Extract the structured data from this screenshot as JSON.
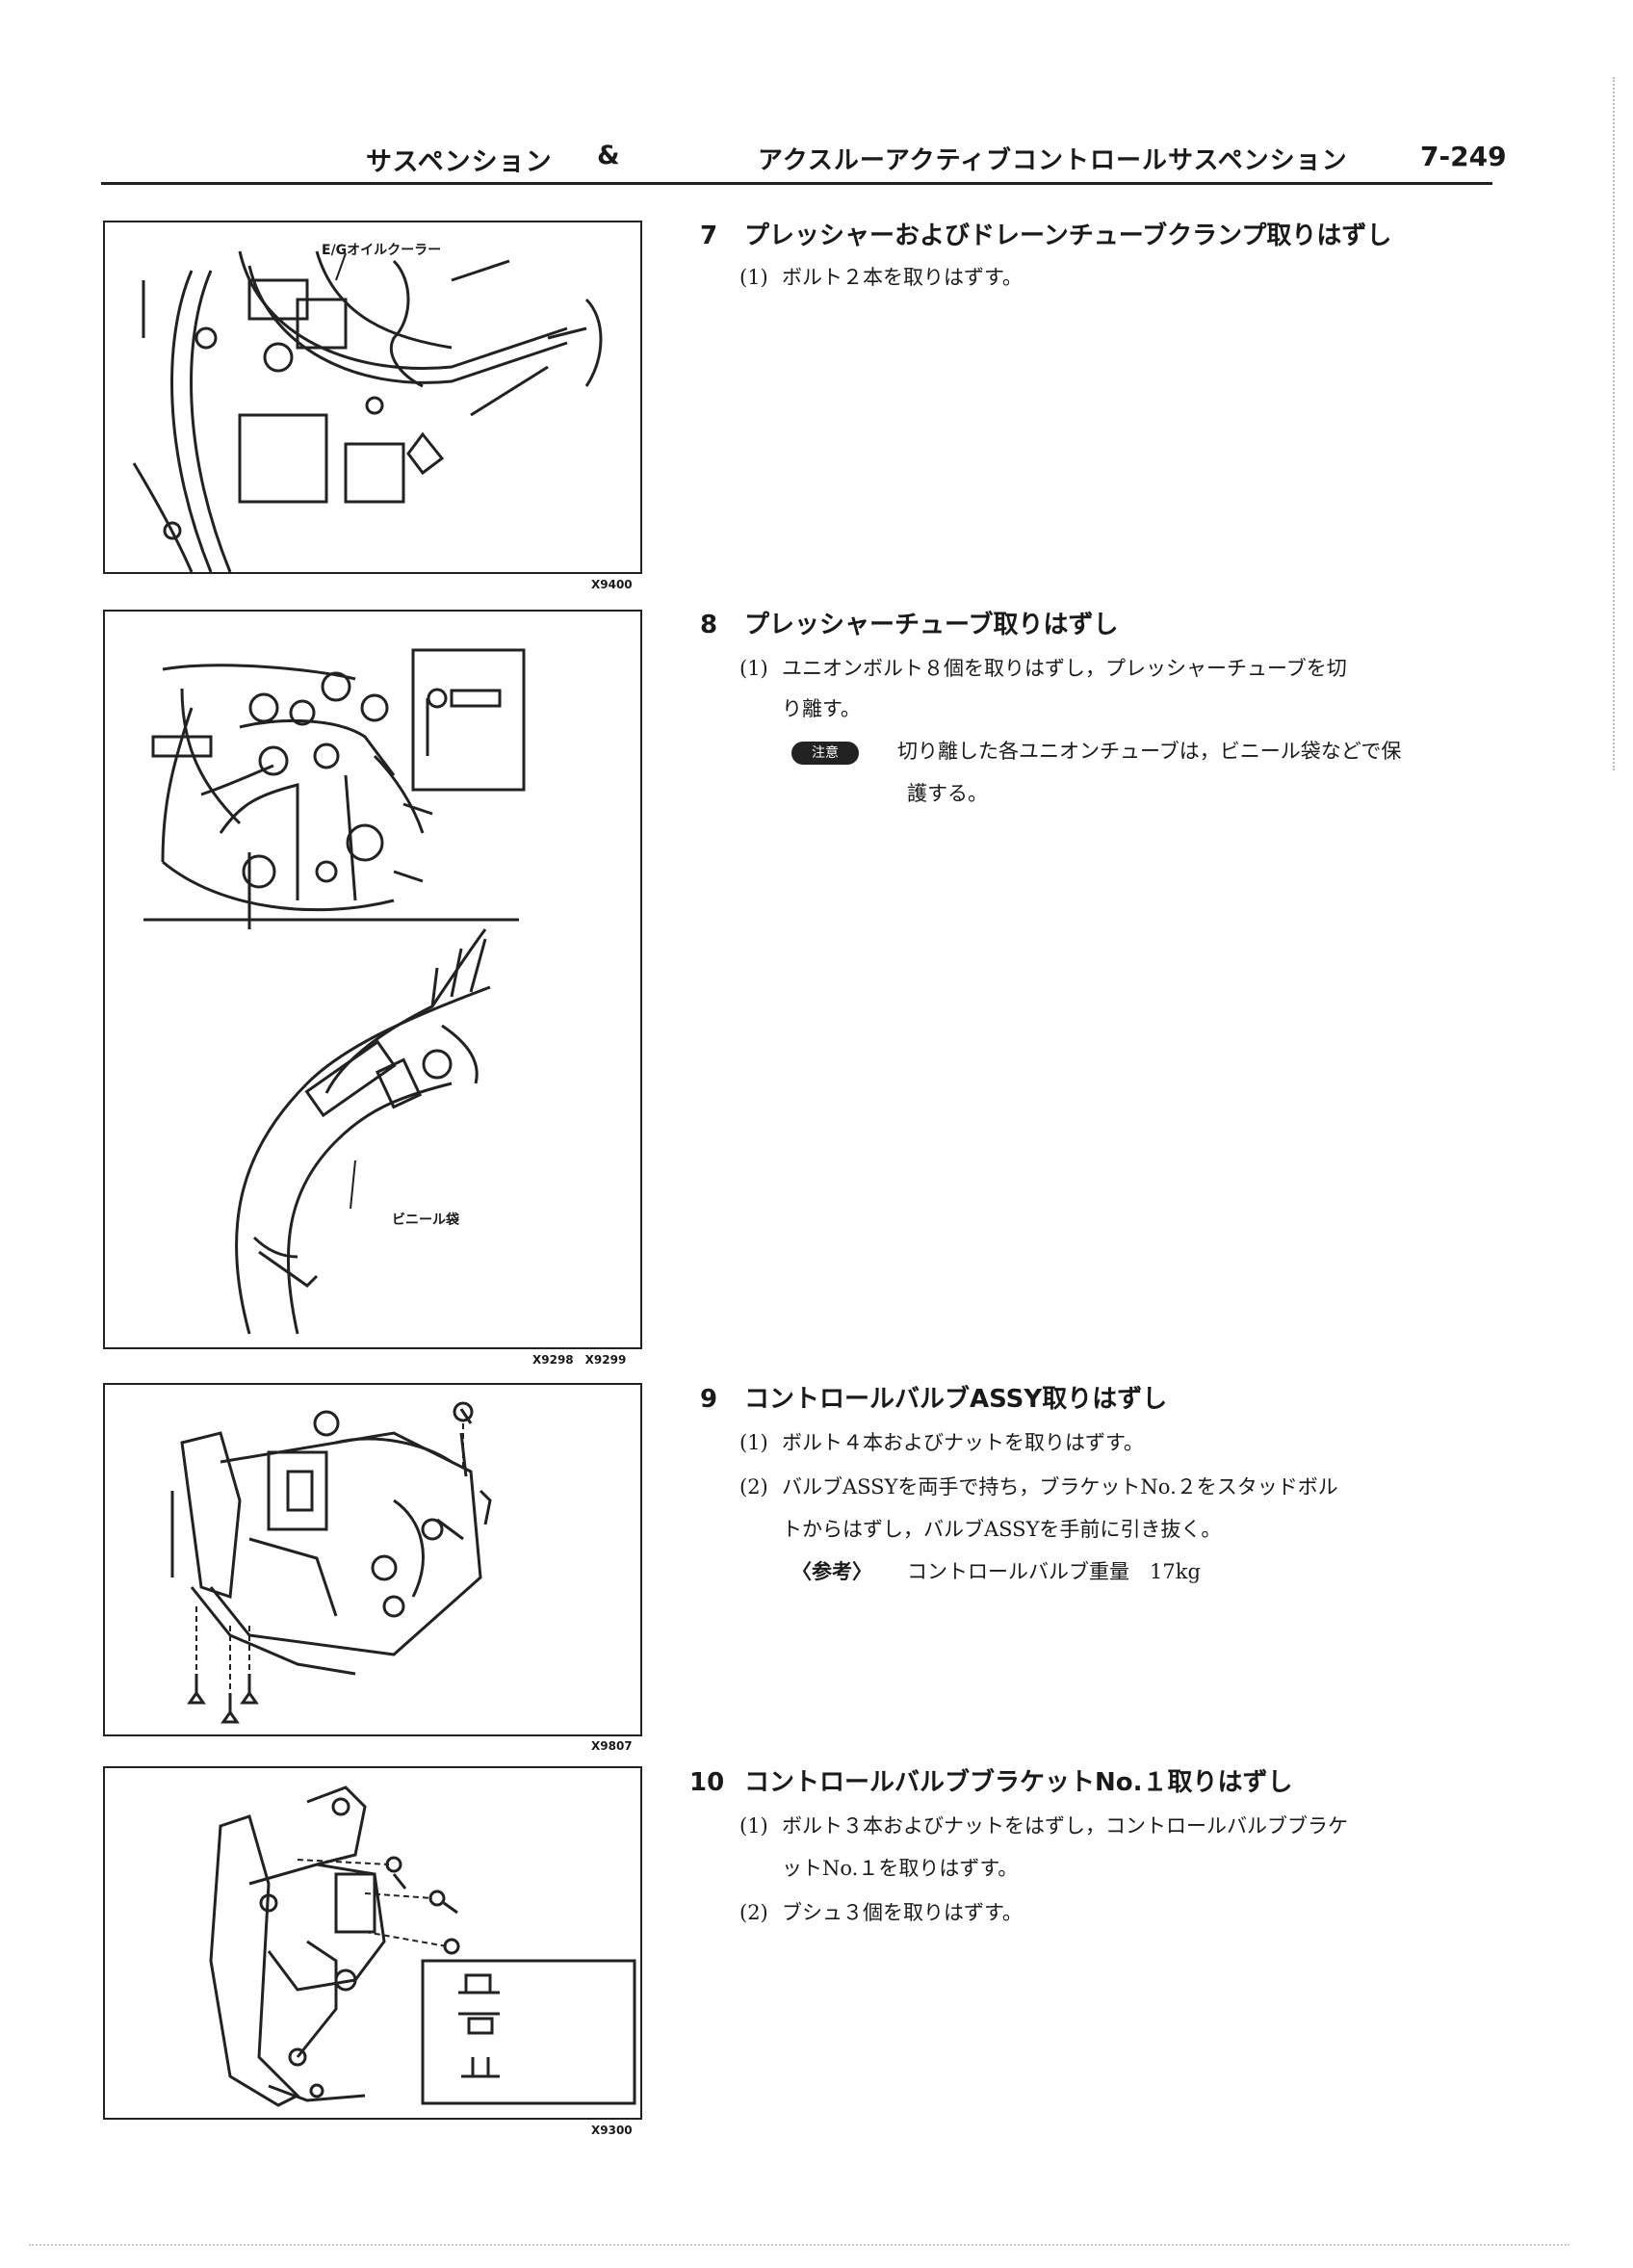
{
  "header": {
    "title_left": "サスペンション",
    "ampersand": "&",
    "title_right": "アクスルーアクティブコントロールサスペンション",
    "page_number": "7-249"
  },
  "figures": [
    {
      "code": "X9400",
      "callout": "E/Gオイルクーラー"
    },
    {
      "code": "X9298　X9299",
      "callout": "ビニール袋"
    },
    {
      "code": "X9807"
    },
    {
      "code": "X9300"
    }
  ],
  "steps": [
    {
      "num": "7",
      "title": "プレッシャーおよびドレーンチューブクランプ取りはずし",
      "items": [
        {
          "num": "(1)",
          "text": "ボルト２本を取りはずす。"
        }
      ]
    },
    {
      "num": "8",
      "title": "プレッシャーチューブ取りはずし",
      "items": [
        {
          "num": "(1)",
          "line1": "ユニオンボルト８個を取りはずし，プレッシャーチューブを切",
          "line2": "り離す。"
        }
      ],
      "note": {
        "badge": "注意",
        "line1": "切り離した各ユニオンチューブは，ビニール袋などで保",
        "line2": "護する。"
      }
    },
    {
      "num": "9",
      "title": "コントロールバルブASSY取りはずし",
      "items": [
        {
          "num": "(1)",
          "text": "ボルト４本およびナットを取りはずす。"
        },
        {
          "num": "(2)",
          "line1": "バルブASSYを両手で持ち，ブラケットNo.２をスタッドボル",
          "line2": "トからはずし，バルブASSYを手前に引き抜く。"
        }
      ],
      "ref": {
        "label": "〈参考〉",
        "text": "コントロールバルブ重量　17kg"
      }
    },
    {
      "num": "10",
      "title": "コントロールバルブブラケットNo.１取りはずし",
      "items": [
        {
          "num": "(1)",
          "line1": "ボルト３本およびナットをはずし，コントロールバルブブラケ",
          "line2": "ットNo.１を取りはずす。"
        },
        {
          "num": "(2)",
          "text": "ブシュ３個を取りはずす。"
        }
      ]
    }
  ]
}
